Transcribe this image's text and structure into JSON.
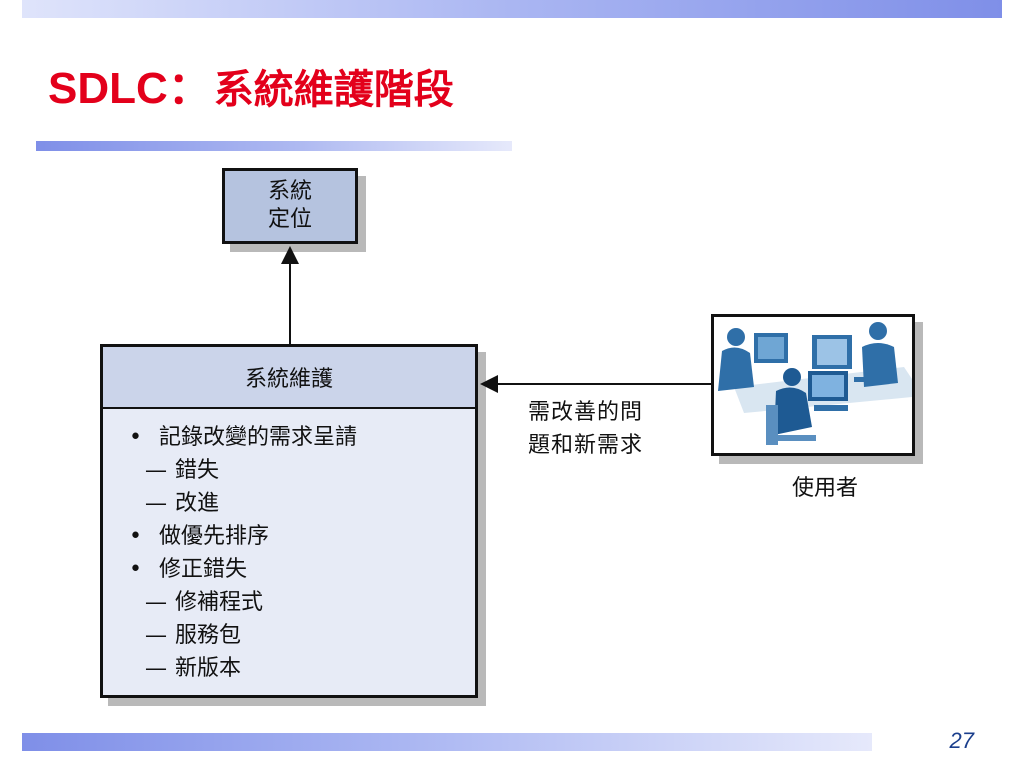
{
  "slide": {
    "title_latin": "SDLC：",
    "title_cjk": "系統維護階段",
    "page_number": "27"
  },
  "diagram": {
    "positioning_box": {
      "line1": "系統",
      "line2": "定位"
    },
    "maintenance_box": {
      "header": "系統維護",
      "items": [
        {
          "bullet": "•",
          "text": "記錄改變的需求呈請"
        },
        {
          "bullet": "—",
          "text": "錯失"
        },
        {
          "bullet": "—",
          "text": "改進"
        },
        {
          "bullet": "•",
          "text": "做優先排序"
        },
        {
          "bullet": "•",
          "text": "修正錯失"
        },
        {
          "bullet": "—",
          "text": "修補程式"
        },
        {
          "bullet": "—",
          "text": "服務包"
        },
        {
          "bullet": "—",
          "text": "新版本"
        }
      ]
    },
    "arrow_label": {
      "line1": "需改善的問",
      "line2": "題和新需求"
    },
    "users_label": "使用者"
  },
  "colors": {
    "title": "#e3001b",
    "accent_bar": "#7f8fe8",
    "positioning_fill": "#b5c3df",
    "maintenance_fill": "#e7ebf6",
    "illustration_blue": "#2f6fa8"
  }
}
